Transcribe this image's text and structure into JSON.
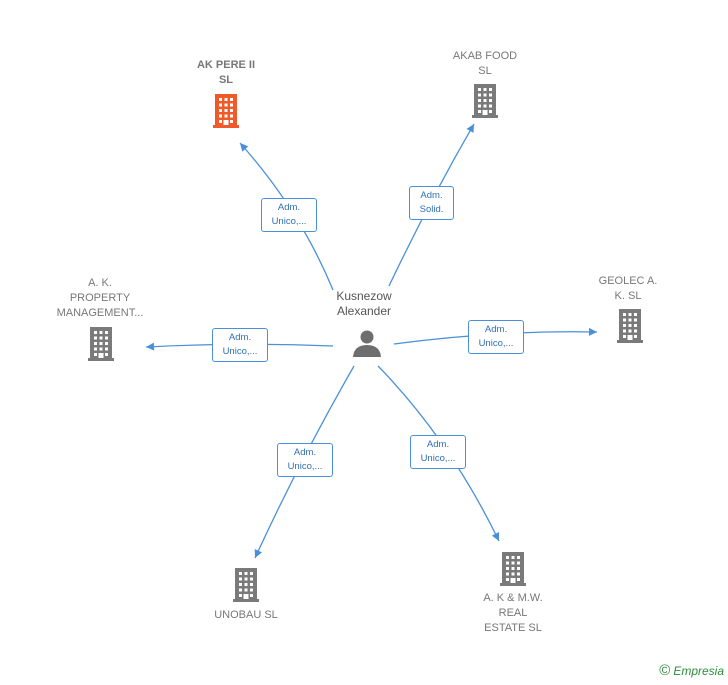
{
  "center": {
    "name": "Kusnezow\nAlexander",
    "icon": "person-icon"
  },
  "colors": {
    "edge": "#4a90d9",
    "building": "#7a7a7a",
    "building_highlight": "#f05a28",
    "label": "#777777"
  },
  "nodes": [
    {
      "id": "ak-pere",
      "label": "AK PERE II\nSL",
      "icon": "building-icon",
      "highlight": true,
      "edge_label": "Adm.\nUnico,..."
    },
    {
      "id": "akab-food",
      "label": "AKAB FOOD\nSL",
      "icon": "building-icon",
      "highlight": false,
      "edge_label": "Adm.\nSolid."
    },
    {
      "id": "geolec",
      "label": "GEOLEC A.\nK.  SL",
      "icon": "building-icon",
      "highlight": false,
      "edge_label": "Adm.\nUnico,..."
    },
    {
      "id": "akmw",
      "label": "A. K & M.W.\nREAL\nESTATE  SL",
      "icon": "building-icon",
      "highlight": false,
      "edge_label": "Adm.\nUnico,..."
    },
    {
      "id": "unobau",
      "label": "UNOBAU  SL",
      "icon": "building-icon",
      "highlight": false,
      "edge_label": "Adm.\nUnico,..."
    },
    {
      "id": "ak-property",
      "label": "A. K.\nPROPERTY\nMANAGEMENT...",
      "icon": "building-icon",
      "highlight": false,
      "edge_label": "Adm.\nUnico,..."
    }
  ],
  "footer": {
    "copyright": "©",
    "brand": "Empresia"
  }
}
